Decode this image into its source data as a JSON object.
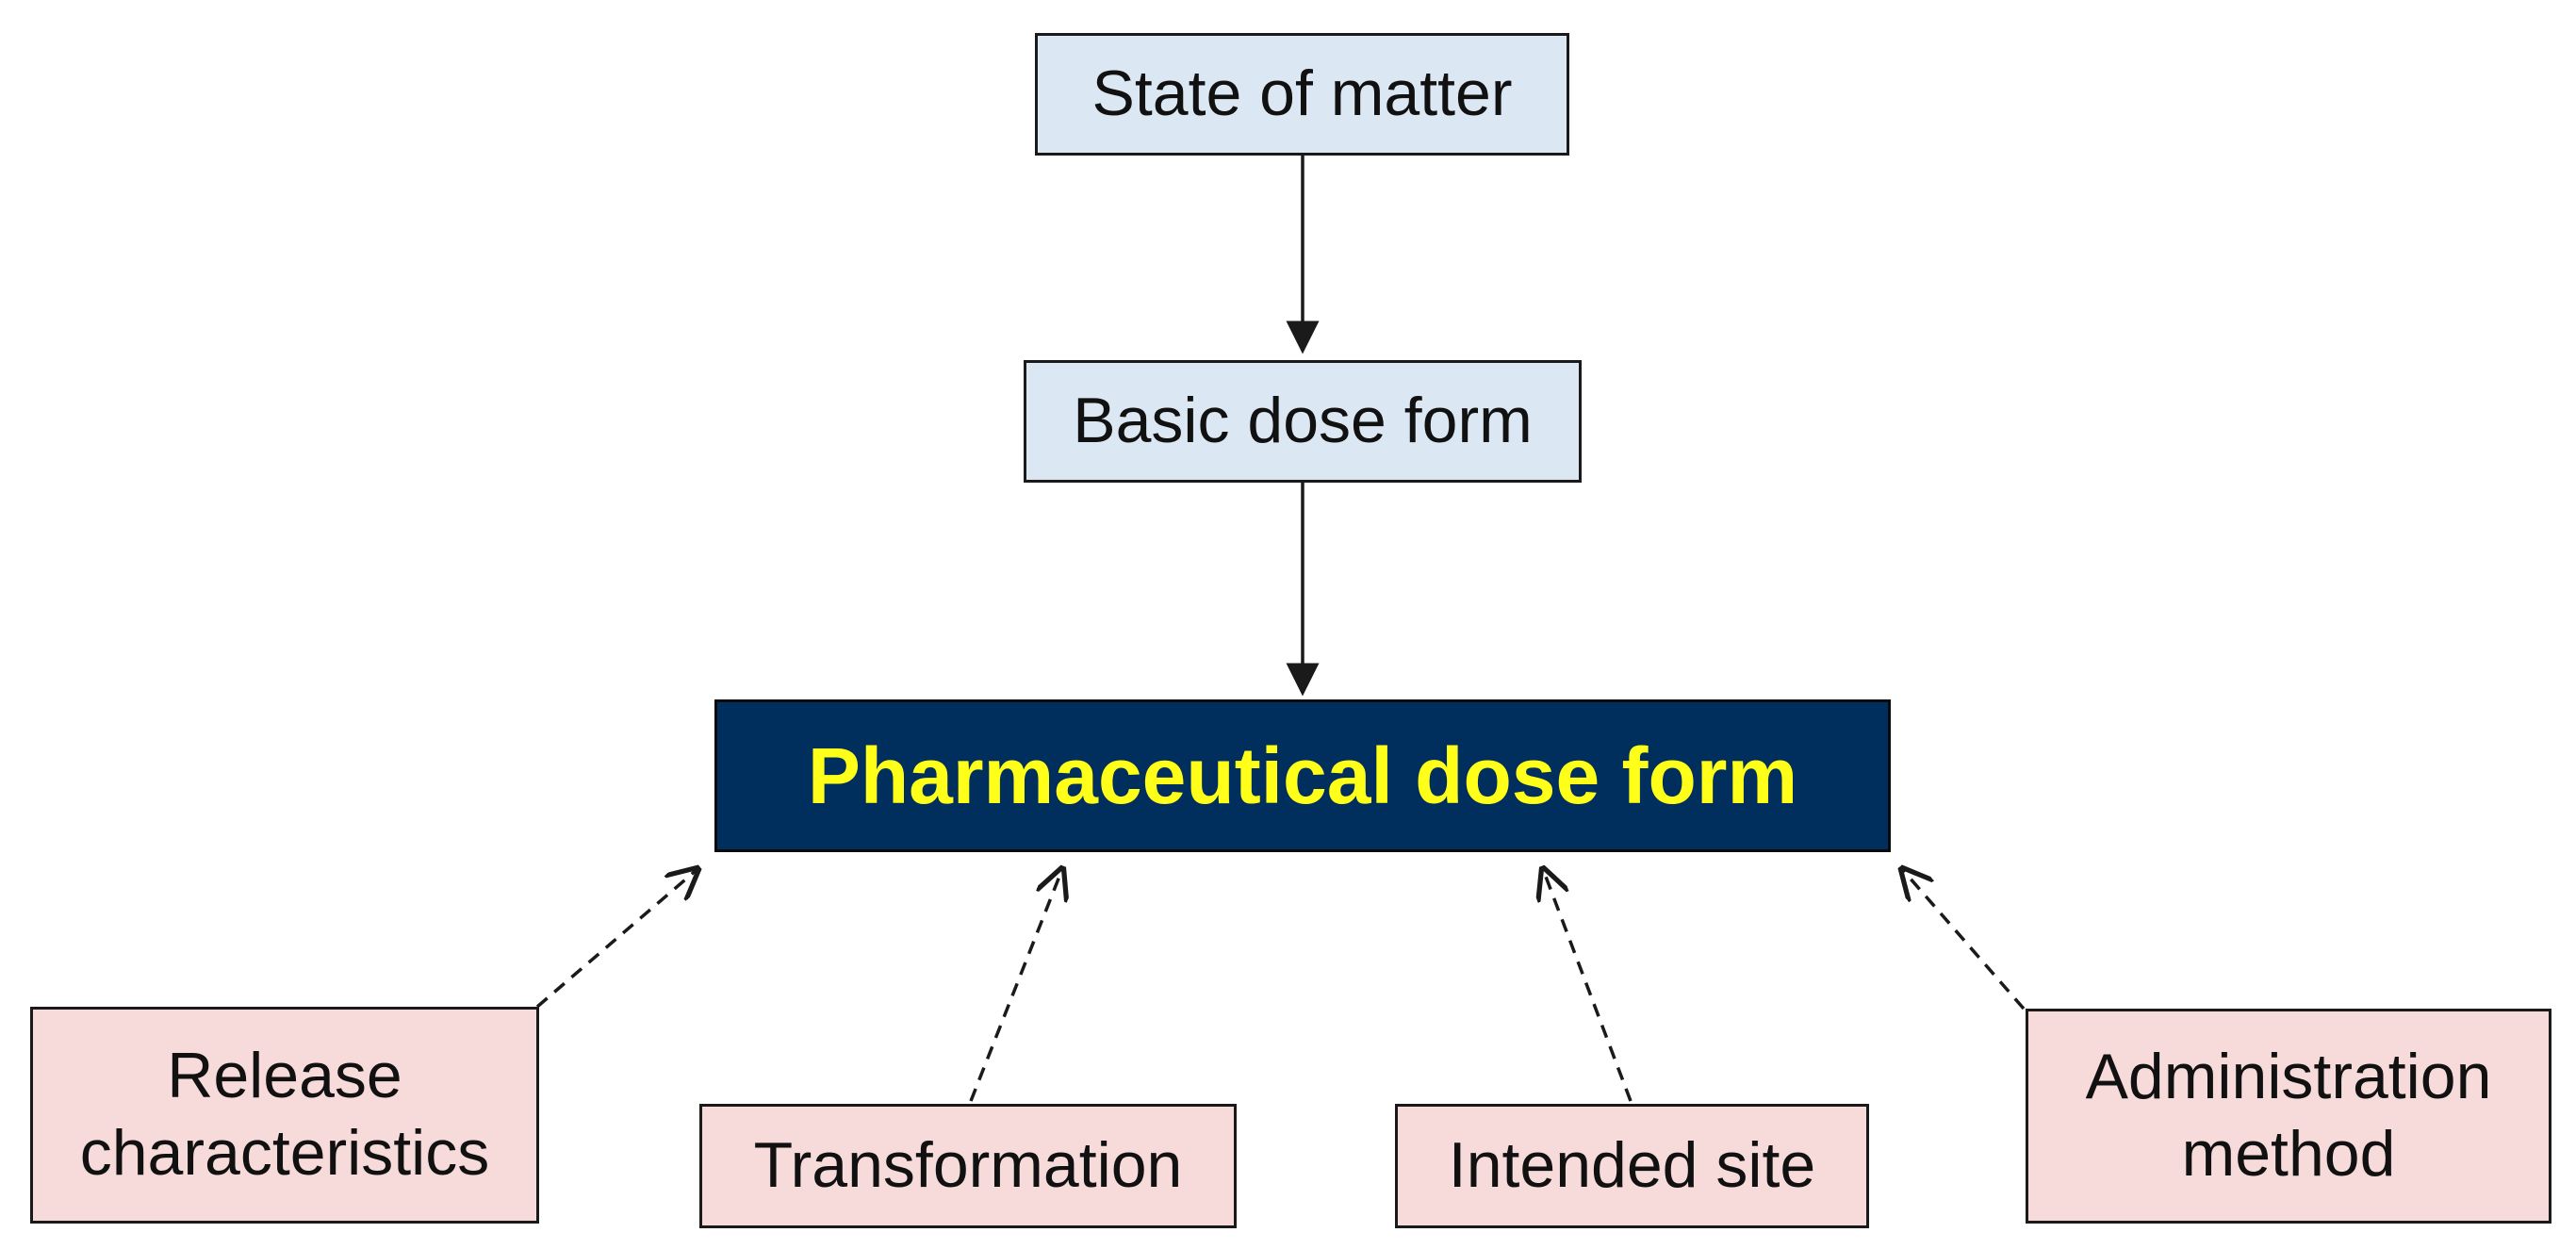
{
  "colors": {
    "top_fill": "#dbe8f4",
    "main_fill": "#002f5e",
    "main_text": "#ffff1a",
    "factor_fill": "#f7dada",
    "line": "#1a1a1a"
  },
  "nodes": {
    "state_of_matter": "State of matter",
    "basic_dose_form": "Basic dose form",
    "pharmaceutical_dose_form": "Pharmaceutical dose form",
    "release_characteristics": "Release\ncharacteristics",
    "transformation": "Transformation",
    "intended_site": "Intended site",
    "administration_method": "Administration\nmethod"
  },
  "edges": [
    {
      "from": "state_of_matter",
      "to": "basic_dose_form",
      "style": "solid"
    },
    {
      "from": "basic_dose_form",
      "to": "pharmaceutical_dose_form",
      "style": "solid"
    },
    {
      "from": "release_characteristics",
      "to": "pharmaceutical_dose_form",
      "style": "dashed"
    },
    {
      "from": "transformation",
      "to": "pharmaceutical_dose_form",
      "style": "dashed"
    },
    {
      "from": "intended_site",
      "to": "pharmaceutical_dose_form",
      "style": "dashed"
    },
    {
      "from": "administration_method",
      "to": "pharmaceutical_dose_form",
      "style": "dashed"
    }
  ]
}
